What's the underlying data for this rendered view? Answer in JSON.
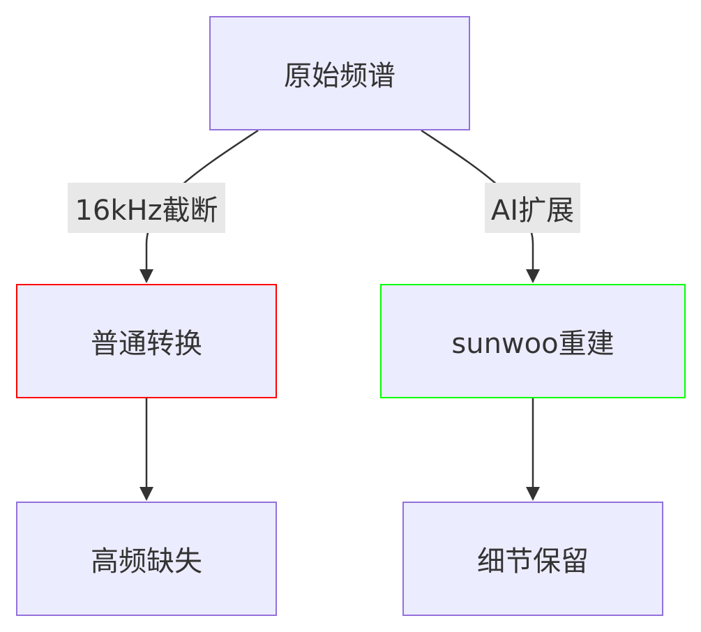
{
  "nodes": {
    "root": {
      "label": "原始频谱",
      "border_color": "#9370db"
    },
    "left": {
      "label": "普通转换",
      "border_color": "#ff0000"
    },
    "right": {
      "label": "sunwoo重建",
      "border_color": "#00ff00"
    },
    "left_bottom": {
      "label": "高频缺失",
      "border_color": "#9370db"
    },
    "right_bottom": {
      "label": "细节保留",
      "border_color": "#9370db"
    }
  },
  "edges": {
    "root_to_left": {
      "label": "16kHz截断"
    },
    "root_to_right": {
      "label": "AI扩展"
    }
  },
  "colors": {
    "node_fill": "#ececff",
    "default_border": "#9370db",
    "edge_line": "#333333",
    "edge_label_bg": "#e8e8e8",
    "text": "#333333"
  }
}
